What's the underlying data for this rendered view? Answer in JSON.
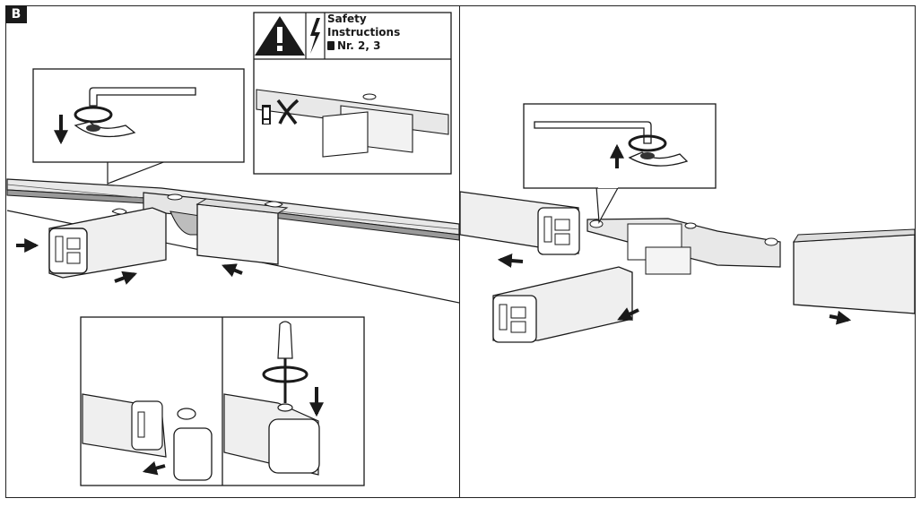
{
  "step_label": "B",
  "safety_box": {
    "title_line1": "Safety",
    "title_line2": "Instructions",
    "reference": "Nr. 2, 3",
    "icons": [
      "warning-triangle-icon",
      "lightning-bolt-icon",
      "manual-book-icon",
      "forbidden-cross-icon"
    ]
  },
  "colors": {
    "line": "#1a1a1a",
    "track_shade": "#cfcfcf",
    "track_mid": "#9a9a9a",
    "background": "#ffffff"
  }
}
